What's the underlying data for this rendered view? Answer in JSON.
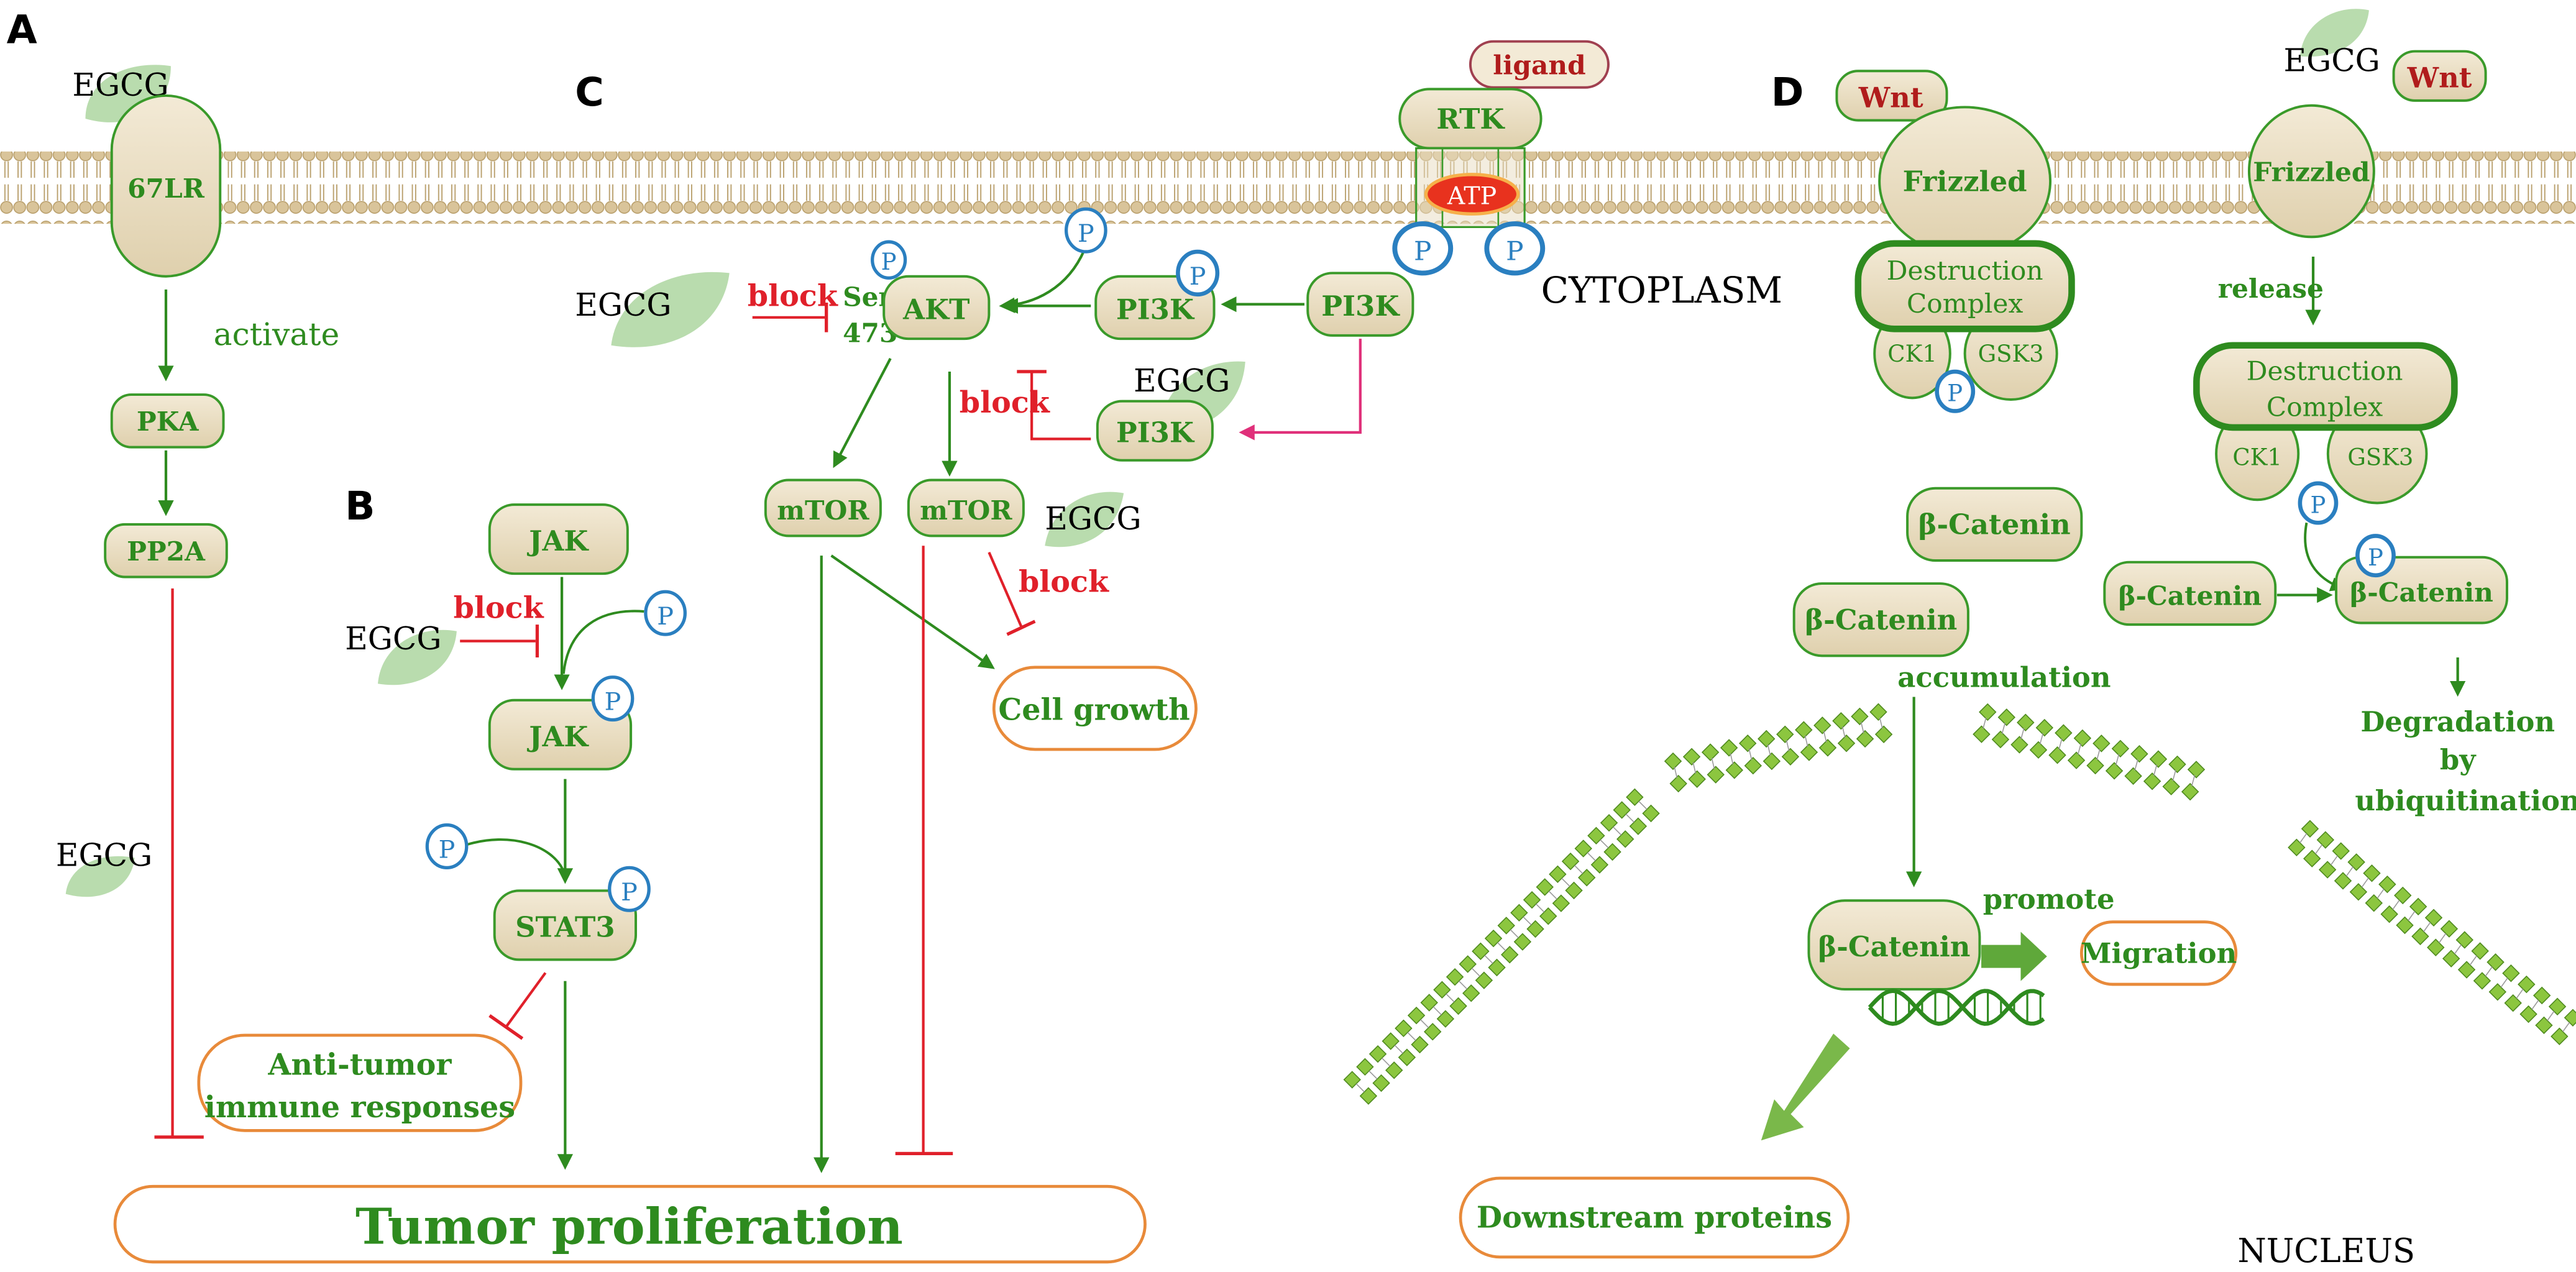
{
  "panels": {
    "a": "A",
    "b": "B",
    "c": "C",
    "d": "D"
  },
  "colors": {
    "pill_fill": "#e8dcc0",
    "pill_stroke": "#3a9a2a",
    "text_green": "#2e8b1f",
    "block_red": "#e0202a",
    "phospho_blue": "#2a7fc0",
    "outcome_orange": "#e88a3a",
    "leaf": "#b9dcae",
    "wnt_red": "#b01c1c",
    "pink_arrow": "#e0307a",
    "atp_red": "#e8321e",
    "dna_green": "#6bb82a"
  },
  "icons": {
    "leaf": "leaf-icon",
    "phosphate": "phosphate-icon",
    "membrane": "membrane-icon",
    "dna": "dna-icon"
  },
  "panel_a": {
    "egcg_top": "EGCG",
    "receptor": "67LR",
    "activate": "activate",
    "pka": "PKA",
    "pp2a": "PP2A",
    "egcg_mid": "EGCG"
  },
  "panel_b": {
    "jak_top": "JAK",
    "block": "block",
    "egcg": "EGCG",
    "jak_p": "JAK",
    "stat3": "STAT3",
    "anti_tumor_1": "Anti-tumor",
    "anti_tumor_2": "immune responses",
    "p": "P"
  },
  "panel_c": {
    "ligand": "ligand",
    "rtk": "RTK",
    "atp": "ATP",
    "cytoplasm": "CYTOPLASM",
    "egcg_left": "EGCG",
    "block_ser": "block",
    "ser": "Ser",
    "ser_num": "473",
    "akt": "AKT",
    "pi3k_p": "PI3K",
    "pi3k": "PI3K",
    "egcg_mid": "EGCG",
    "block_pi3k": "block",
    "pi3k_low": "PI3K",
    "mtor_left": "mTOR",
    "mtor_right": "mTOR",
    "egcg_right": "EGCG",
    "block_mtor": "block",
    "cell_growth": "Cell growth"
  },
  "tumor": "Tumor proliferation",
  "panel_d": {
    "wnt_left": "Wnt",
    "frizzled_left": "Frizzled",
    "dc_1": "Destruction",
    "dc_2": "Complex",
    "ck1": "CK1",
    "gsk3": "GSK3",
    "egcg": "EGCG",
    "wnt_right": "Wnt",
    "frizzled_right": "Frizzled",
    "release": "release",
    "dc_r1": "Destruction",
    "dc_r2": "Complex",
    "ck1_r": "CK1",
    "gsk3_r": "GSK3",
    "catenin_1": "β-Catenin",
    "catenin_2": "β-Catenin",
    "accumulation": "accumulation",
    "catenin_r1": "β-Catenin",
    "catenin_r2": "β-Catenin",
    "degradation_1": "Degradation",
    "degradation_2": "by",
    "degradation_3": "ubiquitination",
    "catenin_n": "β-Catenin",
    "promote": "promote",
    "migration": "Migration",
    "downstream": "Downstream proteins",
    "nucleus": "NUCLEUS"
  }
}
